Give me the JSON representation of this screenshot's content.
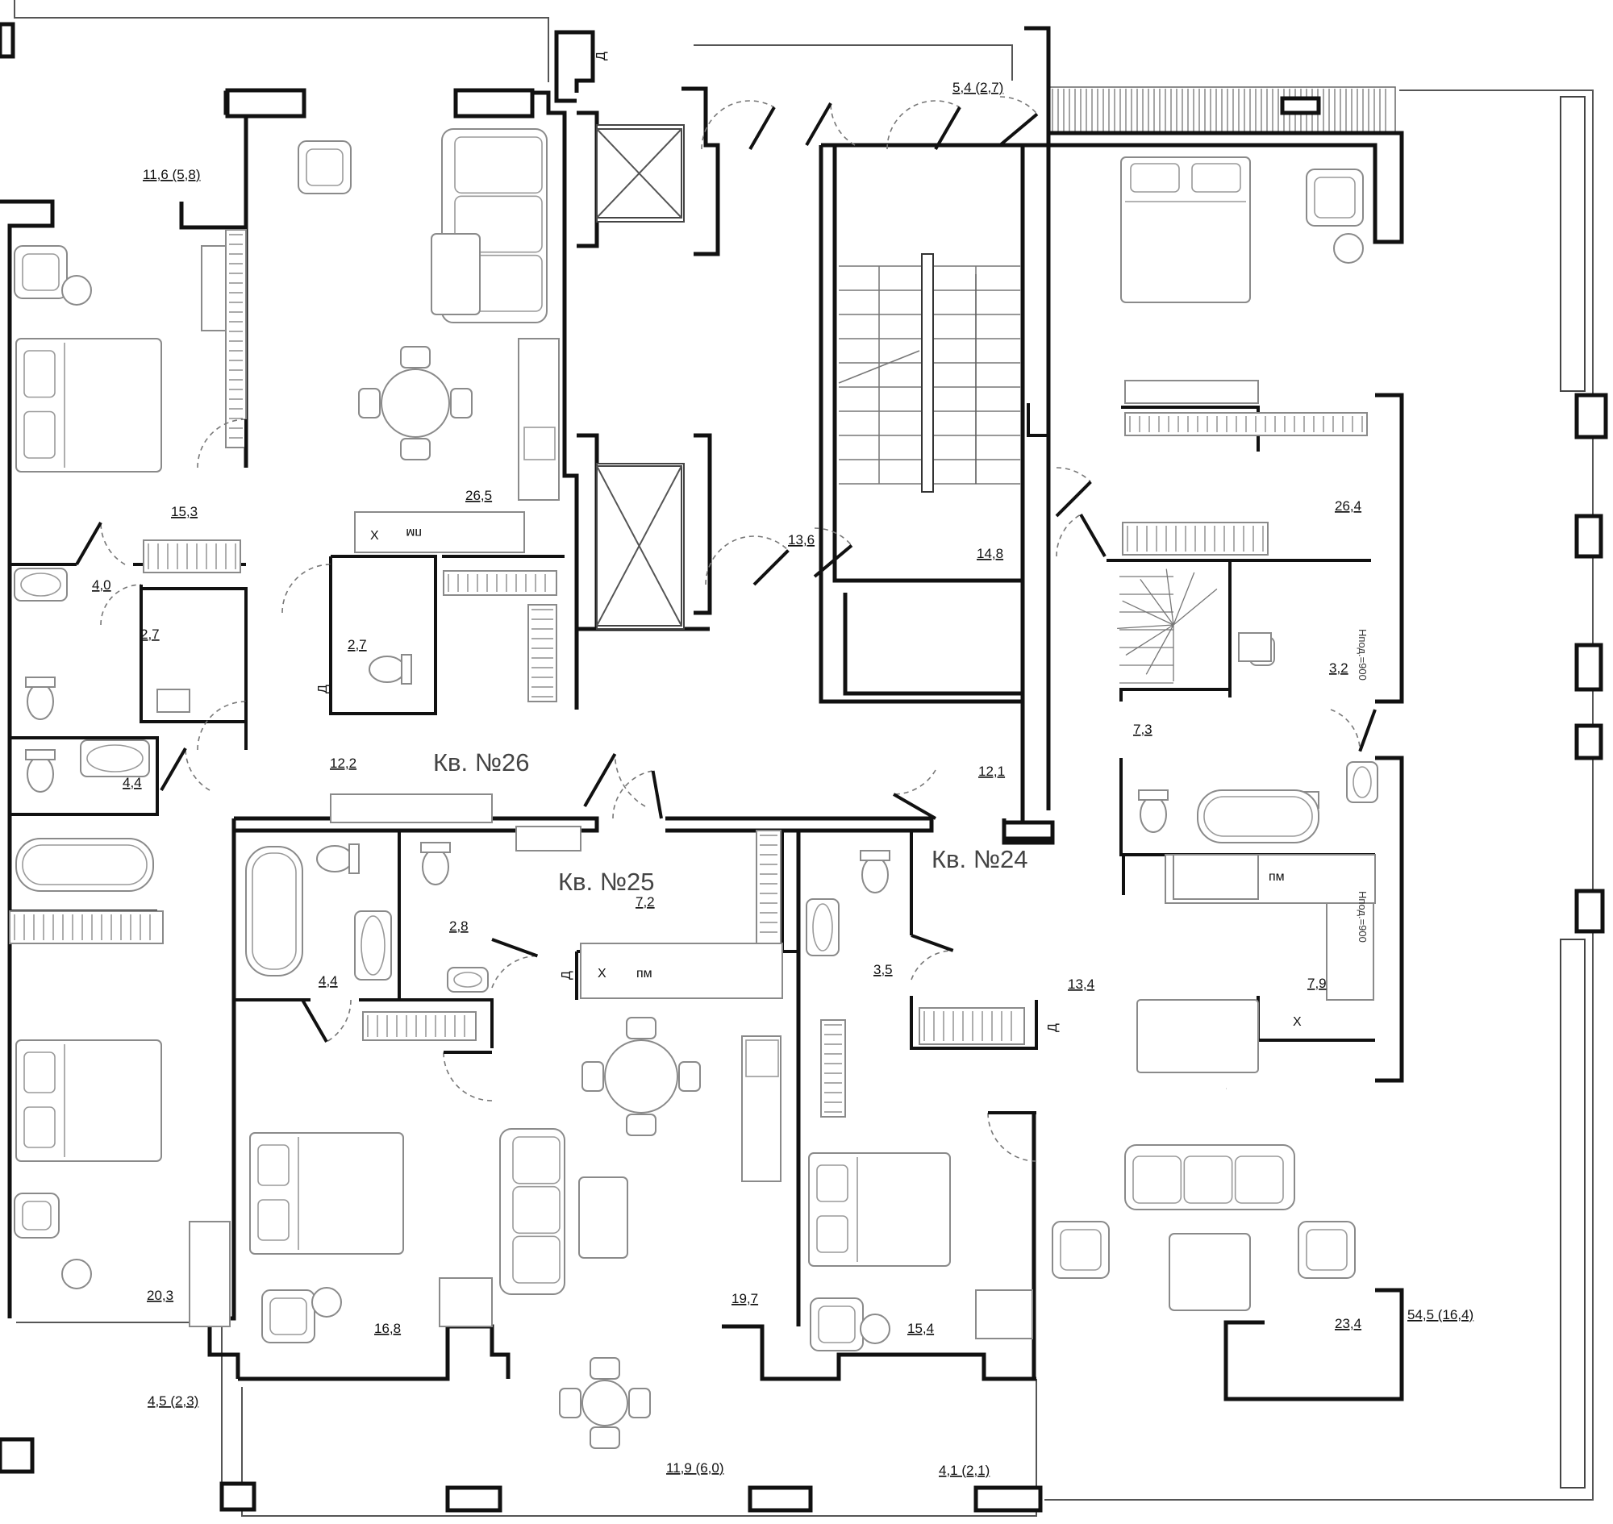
{
  "apartments": [
    {
      "label": "Кв. №26"
    },
    {
      "label": "Кв. №25"
    },
    {
      "label": "Кв. №24"
    }
  ],
  "rooms": [
    {
      "area": "11,6 (5,8)"
    },
    {
      "area": "26,5"
    },
    {
      "area": "15,3"
    },
    {
      "area": "4,0"
    },
    {
      "area": "2,7"
    },
    {
      "area": "2,7"
    },
    {
      "area": "12,2"
    },
    {
      "area": "4,4"
    },
    {
      "area": "13,6"
    },
    {
      "area": "14,8"
    },
    {
      "area": "5,4 (2,7)"
    },
    {
      "area": "26,4"
    },
    {
      "area": "3,2"
    },
    {
      "area": "7,3"
    },
    {
      "area": "12,1"
    },
    {
      "area": "7,2"
    },
    {
      "area": "2,8"
    },
    {
      "area": "4,4"
    },
    {
      "area": "3,5"
    },
    {
      "area": "13,4"
    },
    {
      "area": "7,9"
    },
    {
      "area": "20,3"
    },
    {
      "area": "16,8"
    },
    {
      "area": "19,7"
    },
    {
      "area": "15,4"
    },
    {
      "area": "23,4"
    },
    {
      "area": "54,5 (16,4)"
    },
    {
      "area": "4,5 (2,3)"
    },
    {
      "area": "11,9 (6,0)"
    },
    {
      "area": "4,1 (2,1)"
    }
  ],
  "symbols": {
    "pm": "пм",
    "x": "Х",
    "d": "Д",
    "hatch_note": "Нпод.=900"
  }
}
